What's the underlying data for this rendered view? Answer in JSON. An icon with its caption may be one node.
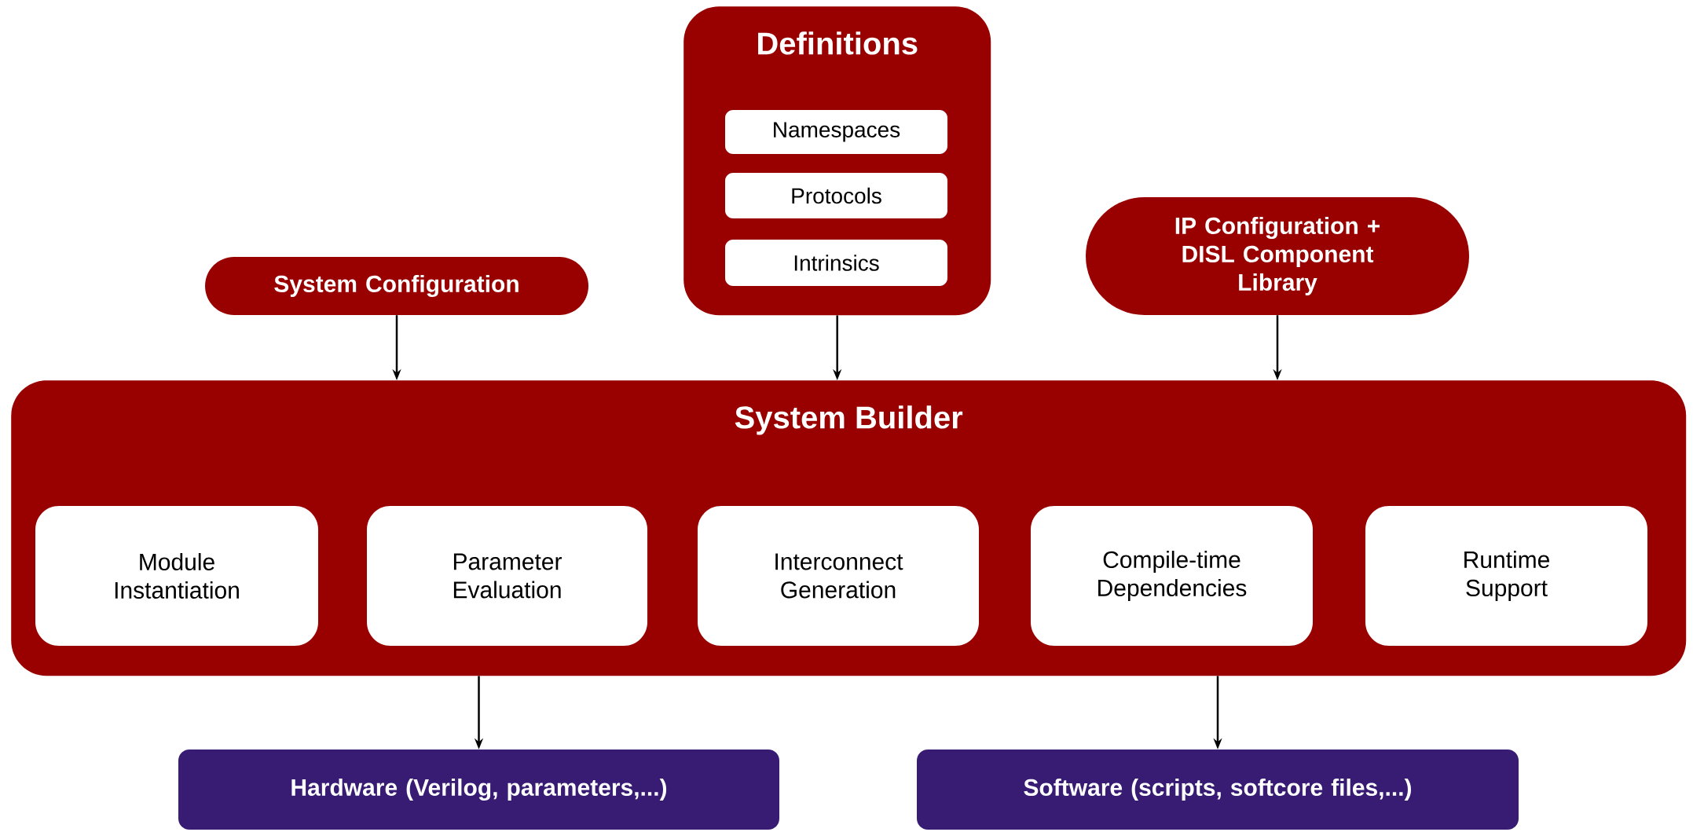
{
  "diagram": {
    "nodes": [
      {
        "text": [
          "Definitions"
        ]
      },
      {
        "text": [
          "Namespaces"
        ],
        "in": 0
      },
      {
        "text": [
          "Protocols"
        ],
        "in": 0
      },
      {
        "text": [
          "Intrinsics"
        ],
        "in": 0
      },
      {
        "text": [
          "System Configuration"
        ]
      },
      {
        "text": [
          "IP Configuration + DISL Component Library"
        ]
      },
      {
        "text": [
          "System Builder"
        ]
      },
      {
        "text": [
          "Module Instantiation"
        ],
        "in": 6
      },
      {
        "text": [
          "Parameter Evaluation"
        ],
        "in": 6
      },
      {
        "text": [
          "Interconnect Generation"
        ],
        "in": 6
      },
      {
        "text": [
          "Compile-time Dependencies"
        ],
        "in": 6
      },
      {
        "text": [
          "Runtime Support"
        ],
        "in": 6
      },
      {
        "text": [
          "Hardware (Verilog, parameters,...)"
        ]
      },
      {
        "text": [
          "Software (scripts, softcore files,...)"
        ]
      }
    ],
    "edges": [
      {
        "from": 4,
        "to": 6,
        "arrow": "to"
      },
      {
        "from": 0,
        "to": 6,
        "arrow": "to"
      },
      {
        "from": 5,
        "to": 6,
        "arrow": "to"
      },
      {
        "from": 6,
        "to": 12,
        "arrow": "to"
      },
      {
        "from": 6,
        "to": 13,
        "arrow": "to"
      }
    ]
  }
}
